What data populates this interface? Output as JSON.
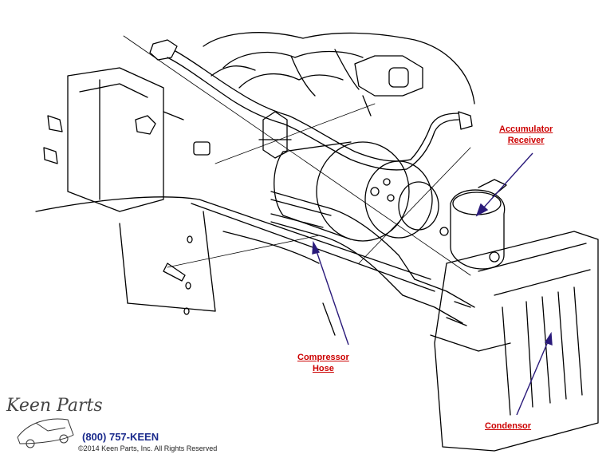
{
  "callouts": {
    "accumulator": {
      "line1": "Accumulator",
      "line2": "Receiver"
    },
    "compressor_hose": {
      "line1": "Compressor",
      "line2": "Hose"
    },
    "condensor": {
      "label": "Condensor"
    }
  },
  "branding": {
    "logo_text": "Keen Parts",
    "phone": "(800) 757-KEEN",
    "copyright": "©2014 Keen Parts, Inc. All Rights Reserved"
  },
  "colors": {
    "callout_text": "#cc0000",
    "arrow": "#2a1a7a",
    "line_art": "#000000",
    "phone_text": "#1a2a8c"
  }
}
